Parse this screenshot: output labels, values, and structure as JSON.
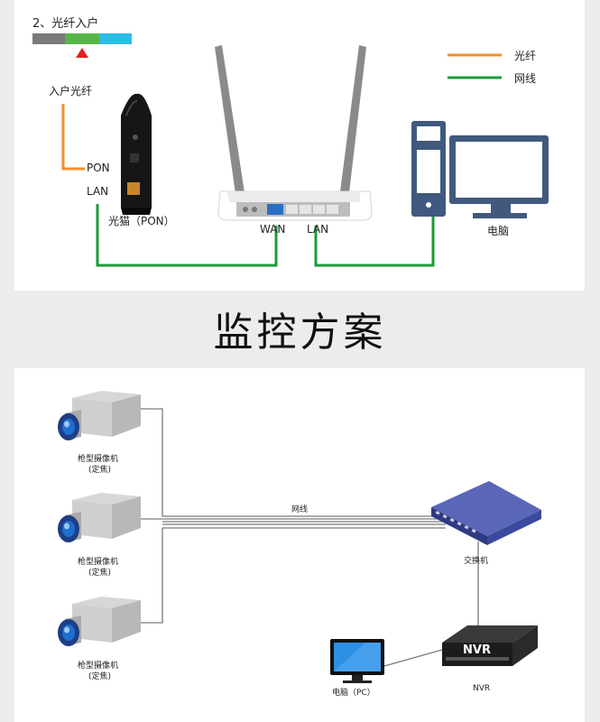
{
  "top": {
    "step_label": "2、光纤入户",
    "legend": {
      "fiber": "光纤",
      "network_cable": "网线"
    },
    "fiber_in_label": "入户光纤",
    "modem": {
      "pon_port": "PON",
      "lan_port": "LAN",
      "name": "光猫（PON）"
    },
    "router": {
      "wan_port": "WAN",
      "lan_port": "LAN"
    },
    "computer": "电脑"
  },
  "section_title": "监控方案",
  "bottom": {
    "cameras": [
      {
        "name": "枪型摄像机",
        "type": "(定焦)"
      },
      {
        "name": "枪型摄像机",
        "type": "(定焦)"
      },
      {
        "name": "枪型摄像机",
        "type": "(定焦)"
      }
    ],
    "cable_label": "网线",
    "switch_label": "交换机",
    "nvr_badge": "NVR",
    "nvr_label": "NVR",
    "pc_label": "电脑（PC）"
  },
  "colors": {
    "fiber": "#f0902a",
    "network": "#1f9a3a",
    "switch": "#3b4a9c",
    "step_bar": [
      "#7a7a7a",
      "#56b547",
      "#2bbde8"
    ],
    "marker": "#e02020"
  }
}
